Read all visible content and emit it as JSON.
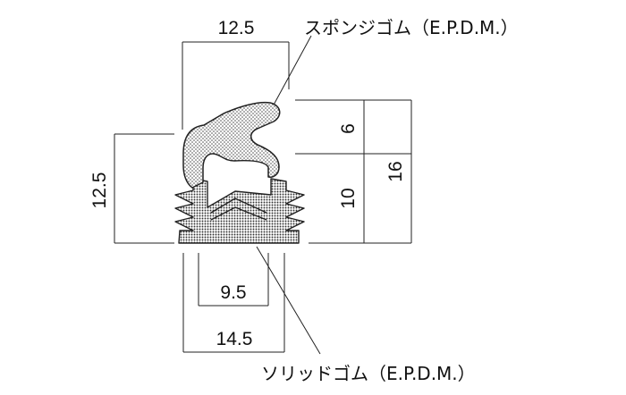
{
  "labels": {
    "sponge_rubber": "スポンジゴム（E.P.D.M.）",
    "solid_rubber": "ソリッドゴム（E.P.D.M.）"
  },
  "dimensions": {
    "top_width": "12.5",
    "left_height": "12.5",
    "right_upper": "6",
    "right_lower": "10",
    "right_total": "16",
    "inner_width": "9.5",
    "outer_width": "14.5"
  }
}
